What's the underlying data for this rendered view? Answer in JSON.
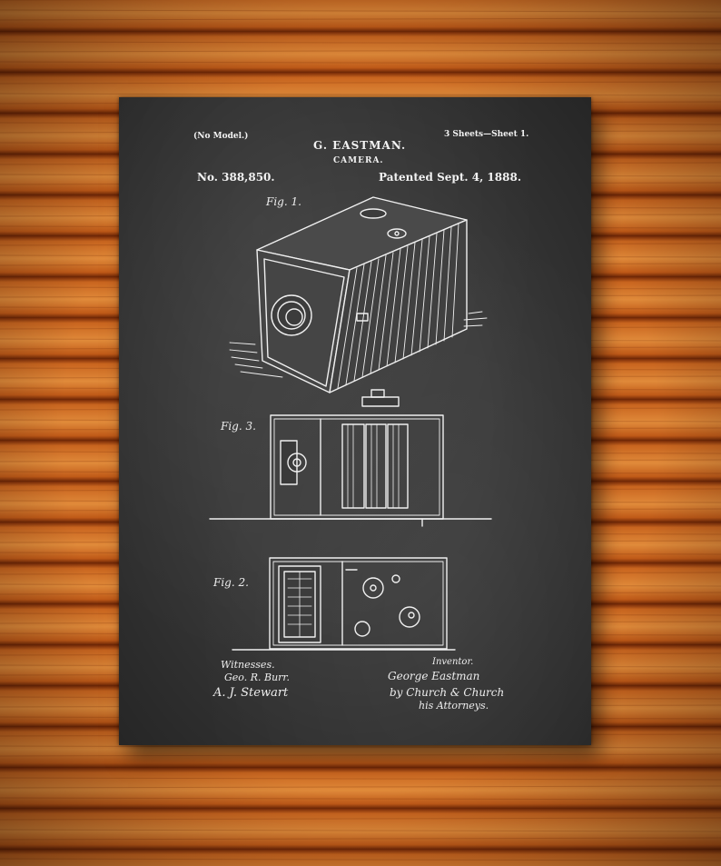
{
  "patent": {
    "model_note": "(No Model.)",
    "sheets": "3 Sheets—Sheet 1.",
    "inventor_name": "G. EASTMAN.",
    "title": "CAMERA.",
    "number": "No. 388,850.",
    "date": "Patented Sept. 4, 1888."
  },
  "figures": {
    "fig1": "Fig. 1.",
    "fig2": "Fig. 2.",
    "fig3": "Fig. 3."
  },
  "signatures": {
    "witnesses_label": "Witnesses.",
    "witness_1": "Geo. R. Burr.",
    "witness_2": "A. J. Stewart",
    "inventor_label": "Inventor.",
    "inventor_signature": "George Eastman",
    "attorneys_sig": "by Church & Church",
    "attorneys_label": "his Attorneys."
  },
  "colors": {
    "wall": "#b8561c",
    "board": "#3a3a3a",
    "chalk": "#f2f2f2"
  }
}
